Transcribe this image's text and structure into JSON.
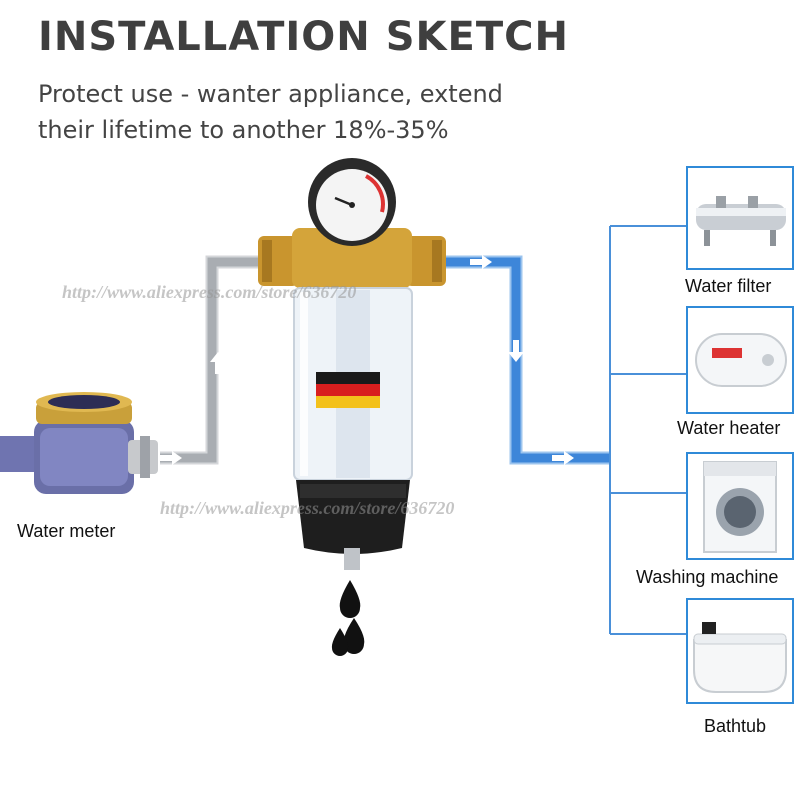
{
  "title": "INSTALLATION SKETCH",
  "subtitle_line1": "Protect use - wanter appliance, extend",
  "subtitle_line2": "their lifetime to another 18%-35%",
  "watermark": "http://www.aliexpress.com/store/636720",
  "labels": {
    "water_meter": "Water meter",
    "water_filter": "Water filter",
    "water_heater": "Water heater",
    "washing_machine": "Washing machine",
    "bathtub": "Bathtub"
  },
  "colors": {
    "inlet_pipe": "#b9bcc0",
    "outlet_pipe": "#3d86d9",
    "branch_line": "#4a90d9",
    "box_border": "#2f8ad8",
    "brass": "#d4a43a",
    "meter_body": "#6a6fa8",
    "title_text": "#3f3f3f"
  },
  "icons": [
    "gauge-icon",
    "germany-flag-icon",
    "arrow-up-icon",
    "arrow-right-icon",
    "arrow-down-icon",
    "water-drop-icon"
  ]
}
